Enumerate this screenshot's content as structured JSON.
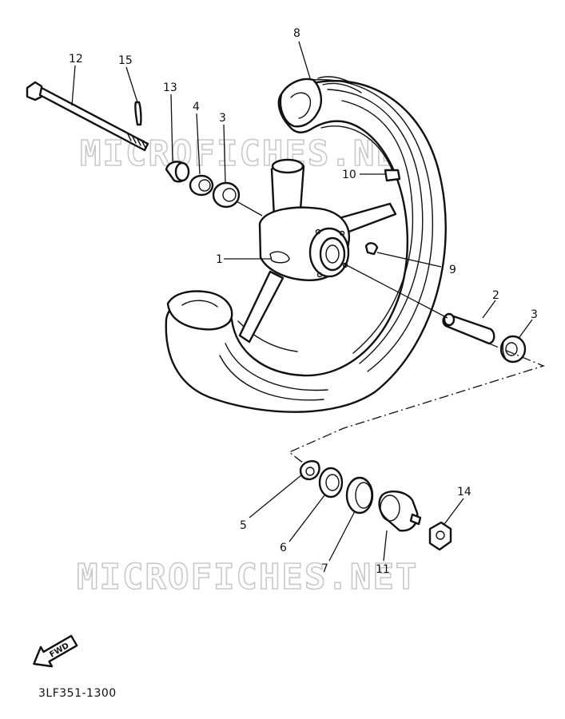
{
  "diagram": {
    "part_number": "3LF351-1300",
    "watermark": "MICROFICHES.NET",
    "direction_label": "FWD",
    "callouts": {
      "c1": "1",
      "c2": "2",
      "c3a": "3",
      "c3b": "3",
      "c4": "4",
      "c5": "5",
      "c6": "6",
      "c7": "7",
      "c8": "8",
      "c9": "9",
      "c10": "10",
      "c11": "11",
      "c12": "12",
      "c13": "13",
      "c14": "14",
      "c15": "15"
    }
  }
}
